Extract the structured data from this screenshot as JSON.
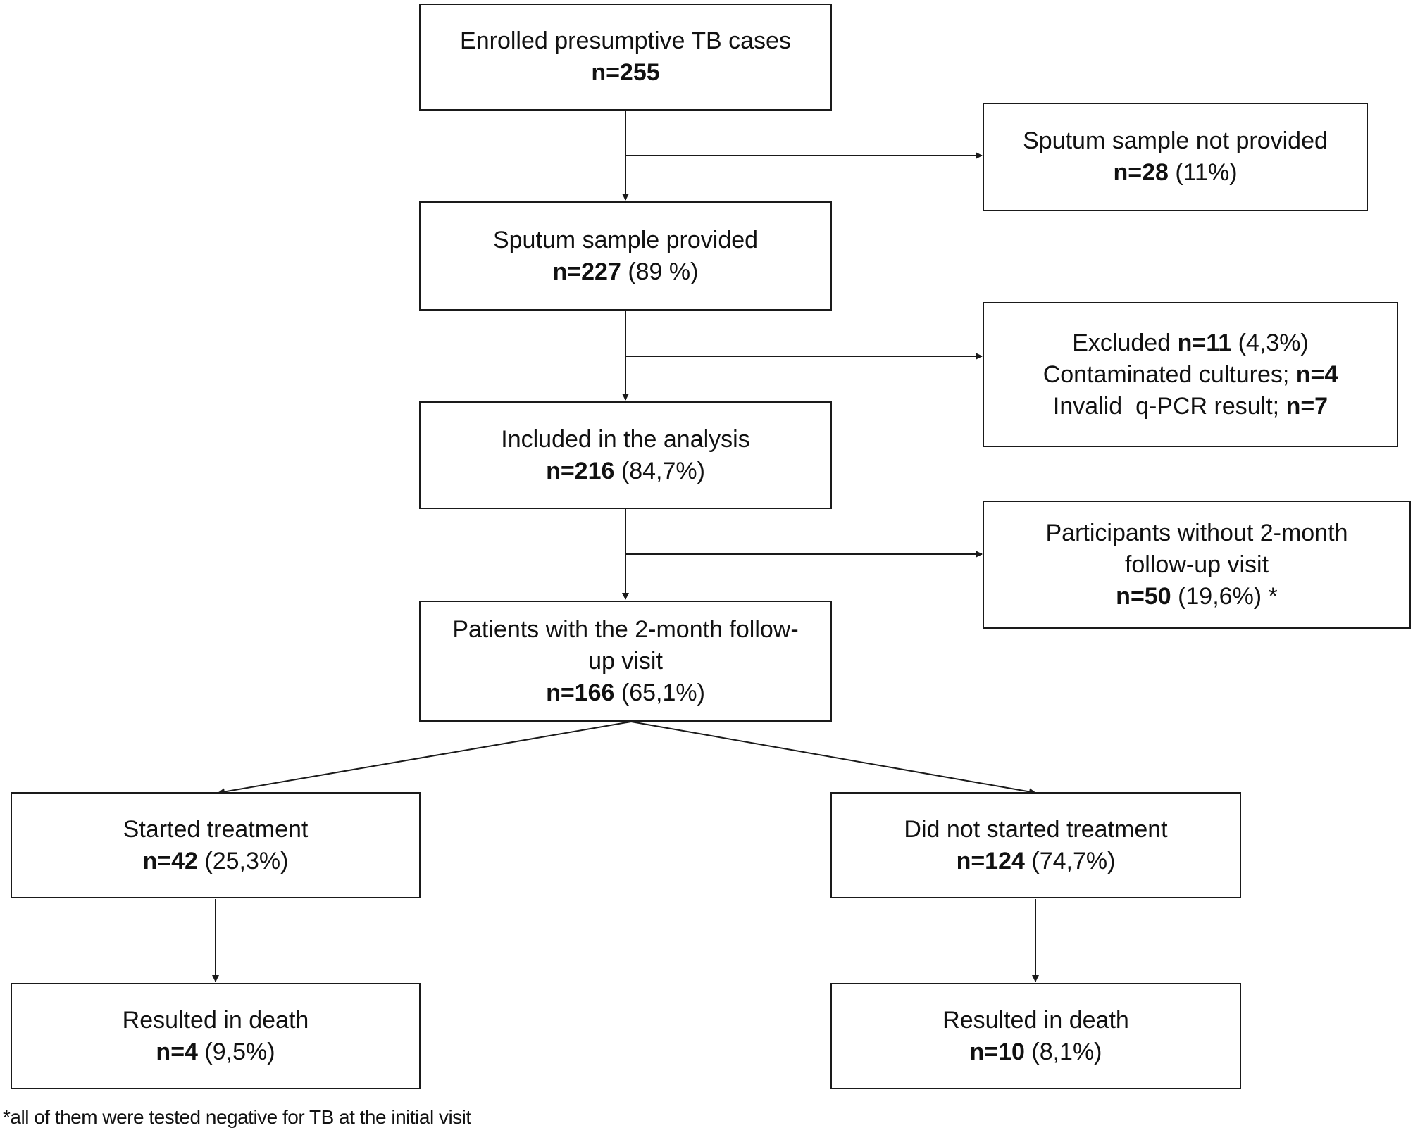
{
  "nodes": {
    "enrolled": {
      "title": "Enrolled presumptive TB cases",
      "n": "n=255",
      "pct": ""
    },
    "no_sputum": {
      "title": "Sputum sample not provided",
      "n": "n=28",
      "pct": " (11%)"
    },
    "sputum_provided": {
      "title": "Sputum sample provided",
      "n": "n=227",
      "pct": " (89 %)"
    },
    "excluded": {
      "title": "Excluded ",
      "n": "n=11",
      "pct": " (4,3%)",
      "line2_text": "Contaminated cultures; ",
      "line2_n": "n=4",
      "line3_text": "Invalid  q-PCR result; ",
      "line3_n": "n=7"
    },
    "included": {
      "title": "Included in the analysis",
      "n": "n=216",
      "pct": " (84,7%)"
    },
    "no_followup": {
      "title1": "Participants without 2-month",
      "title2": "follow-up visit",
      "n": "n=50",
      "pct": " (19,6%) *"
    },
    "followup": {
      "title1": "Patients with the 2-month follow-",
      "title2": "up visit",
      "n": "n=166",
      "pct": " (65,1%)"
    },
    "started": {
      "title": "Started treatment",
      "n": "n=42",
      "pct": " (25,3%)"
    },
    "not_started": {
      "title": "Did not started treatment",
      "n": "n=124",
      "pct": " (74,7%)"
    },
    "death_started": {
      "title": "Resulted in death",
      "n": "n=4",
      "pct": " (9,5%)"
    },
    "death_not_started": {
      "title": "Resulted in death",
      "n": "n=10",
      "pct": " (8,1%)"
    }
  },
  "footnote": "*all of them were tested negative for TB at the initial visit",
  "colors": {
    "line": "#1a1a1a",
    "text": "#111111",
    "background": "#ffffff"
  }
}
